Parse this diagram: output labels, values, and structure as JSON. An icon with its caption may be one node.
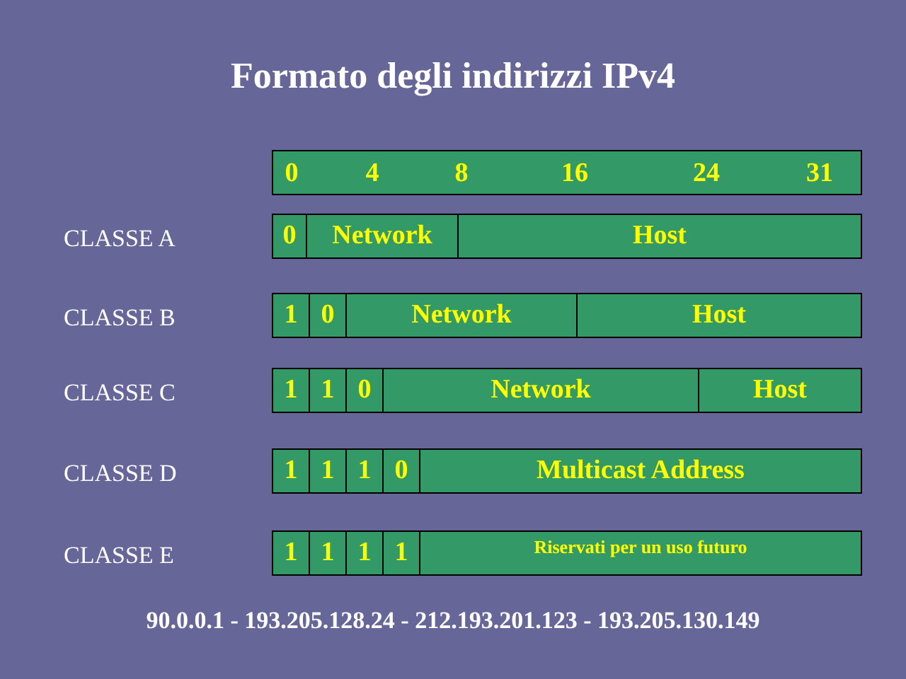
{
  "diagram": {
    "title": "Formato degli indirizzi IPv4",
    "nodes": [
      {
        "text": [
          "0",
          "4",
          "8",
          "16",
          "24",
          "31"
        ]
      },
      {
        "text": [],
        "shape": "bar"
      },
      {
        "text": [
          "0"
        ],
        "in": 1
      },
      {
        "text": [
          "Network"
        ],
        "in": 1
      },
      {
        "text": [
          "Host"
        ],
        "in": 1
      },
      {
        "text": [],
        "shape": "bar"
      },
      {
        "text": [
          "1"
        ],
        "in": 5
      },
      {
        "text": [
          "0"
        ],
        "in": 5
      },
      {
        "text": [
          "Network"
        ],
        "in": 5
      },
      {
        "text": [
          "Host"
        ],
        "in": 5
      },
      {
        "text": [],
        "shape": "bar"
      },
      {
        "text": [
          "1"
        ],
        "in": 10
      },
      {
        "text": [
          "1"
        ],
        "in": 10
      },
      {
        "text": [
          "0"
        ],
        "in": 10
      },
      {
        "text": [
          "Network"
        ],
        "in": 10
      },
      {
        "text": [
          "Host"
        ],
        "in": 10
      },
      {
        "text": [],
        "shape": "bar"
      },
      {
        "text": [
          "1"
        ],
        "in": 16
      },
      {
        "text": [
          "1"
        ],
        "in": 16
      },
      {
        "text": [
          "1"
        ],
        "in": 16
      },
      {
        "text": [
          "0"
        ],
        "in": 16
      },
      {
        "text": [
          "Multicast Address"
        ],
        "in": 16
      },
      {
        "text": [],
        "shape": "bar"
      },
      {
        "text": [
          "1"
        ],
        "in": 22
      },
      {
        "text": [
          "1"
        ],
        "in": 22
      },
      {
        "text": [
          "1"
        ],
        "in": 22
      },
      {
        "text": [
          "1"
        ],
        "in": 22
      },
      {
        "text": [
          "Riservati per un uso futuro"
        ],
        "in": 22
      }
    ],
    "labels": [
      "CLASSE A",
      "CLASSE B",
      "CLASSE C",
      "CLASSE D",
      "CLASSE E",
      "90.0.0.1 - 193.205.128.24 - 212.193.201.123 - 193.205.130.149"
    ]
  }
}
